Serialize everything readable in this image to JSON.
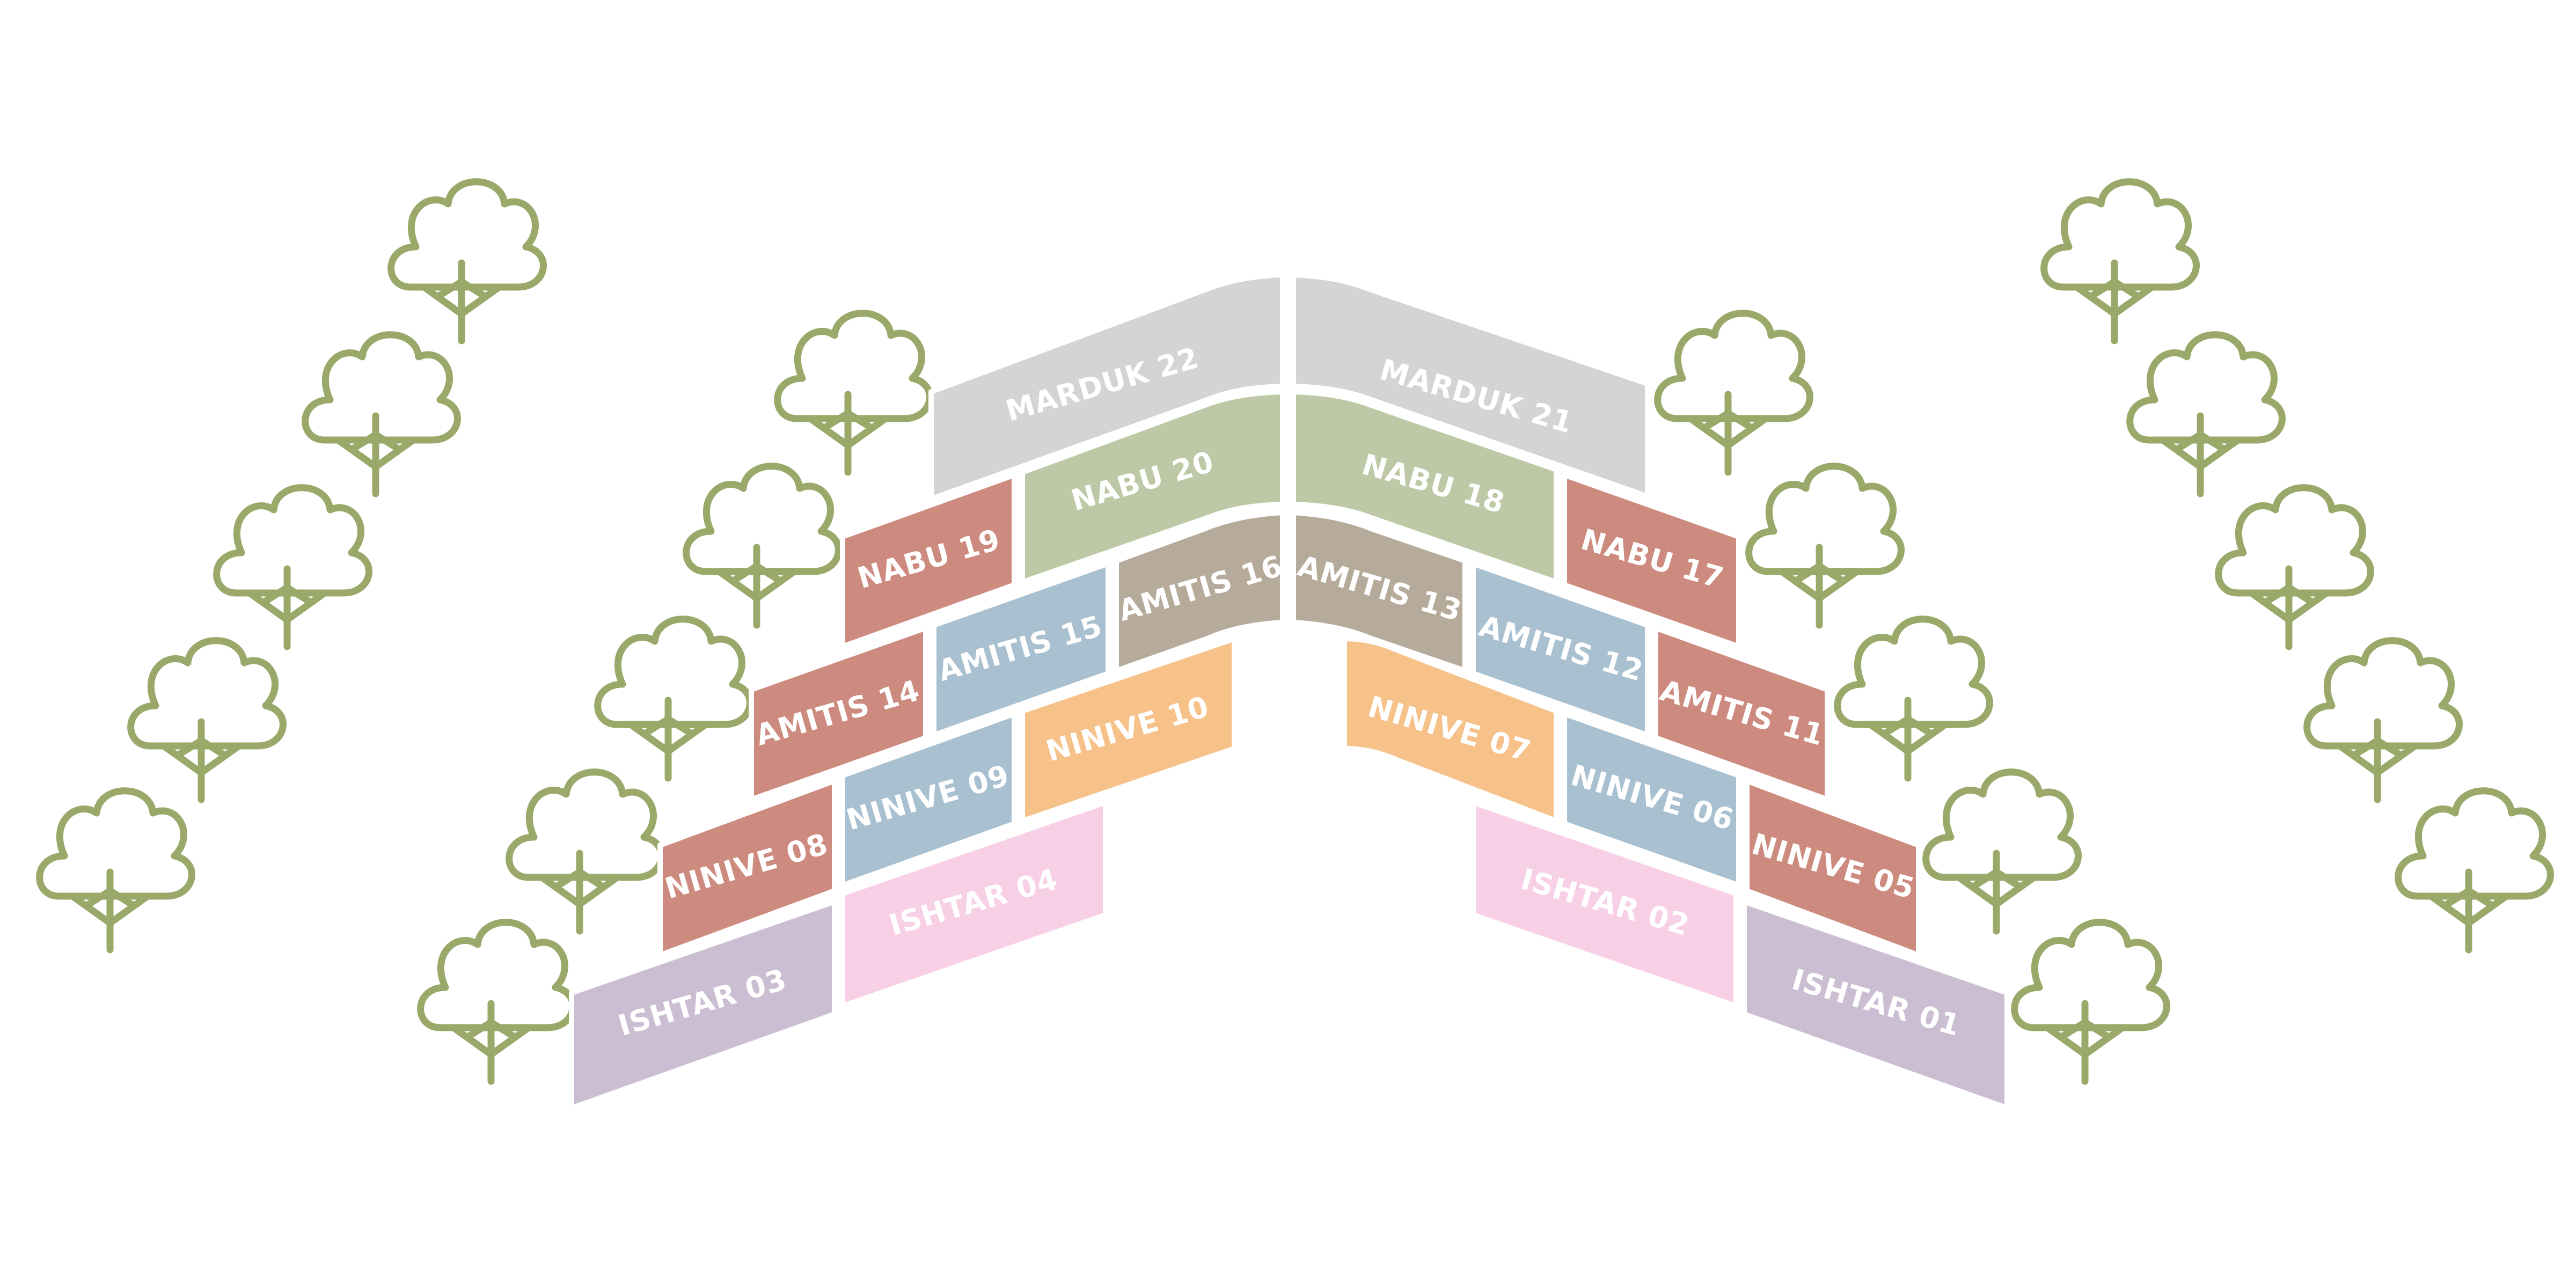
{
  "colors": {
    "tree": "#9aa869",
    "background": "#ffffff",
    "marduk": "#d4d4d5",
    "nabu_green": "#bdc9a6",
    "amitis_taupe": "#b6ab9b",
    "terracotta": "#cd8a7e",
    "blue": "#a9c0d0",
    "orange": "#f6c28a",
    "pink": "#f8d0e6",
    "lavender": "#cbbed3"
  },
  "sections": [
    {
      "id": "marduk-22",
      "label": "MARDUK 22",
      "color": "#d4d4d5"
    },
    {
      "id": "marduk-21",
      "label": "MARDUK 21",
      "color": "#d4d4d5"
    },
    {
      "id": "nabu-20",
      "label": "NABU 20",
      "color": "#bdc9a6"
    },
    {
      "id": "nabu-18",
      "label": "NABU 18",
      "color": "#bdc9a6"
    },
    {
      "id": "nabu-19",
      "label": "NABU 19",
      "color": "#cd8a7e"
    },
    {
      "id": "nabu-17",
      "label": "NABU 17",
      "color": "#cd8a7e"
    },
    {
      "id": "amitis-16",
      "label": "AMITIS 16",
      "color": "#b6ab9b"
    },
    {
      "id": "amitis-13",
      "label": "AMITIS 13",
      "color": "#b6ab9b"
    },
    {
      "id": "amitis-15",
      "label": "AMITIS 15",
      "color": "#a9c0d0"
    },
    {
      "id": "amitis-12",
      "label": "AMITIS 12",
      "color": "#a9c0d0"
    },
    {
      "id": "amitis-14",
      "label": "AMITIS 14",
      "color": "#cd8a7e"
    },
    {
      "id": "amitis-11",
      "label": "AMITIS 11",
      "color": "#cd8a7e"
    },
    {
      "id": "ninive-10",
      "label": "NINIVE 10",
      "color": "#f6c28a"
    },
    {
      "id": "ninive-07",
      "label": "NINIVE 07",
      "color": "#f6c28a"
    },
    {
      "id": "ninive-09",
      "label": "NINIVE 09",
      "color": "#a9c0d0"
    },
    {
      "id": "ninive-06",
      "label": "NINIVE 06",
      "color": "#a9c0d0"
    },
    {
      "id": "ninive-08",
      "label": "NINIVE 08",
      "color": "#cd8a7e"
    },
    {
      "id": "ninive-05",
      "label": "NINIVE 05",
      "color": "#cd8a7e"
    },
    {
      "id": "ishtar-04",
      "label": "ISHTAR 04",
      "color": "#f8d0e6"
    },
    {
      "id": "ishtar-02",
      "label": "ISHTAR 02",
      "color": "#f8d0e6"
    },
    {
      "id": "ishtar-03",
      "label": "ISHTAR 03",
      "color": "#cbbed3"
    },
    {
      "id": "ishtar-01",
      "label": "ISHTAR 01",
      "color": "#cbbed3"
    }
  ]
}
